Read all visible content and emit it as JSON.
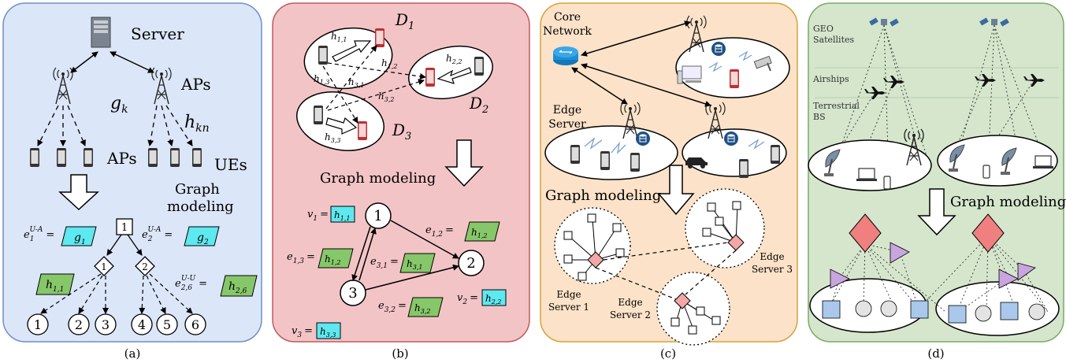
{
  "panel_a": {
    "caption": "(a)",
    "server": "Server",
    "aps": "APs",
    "aps2": "APs",
    "ues": "UEs",
    "g_k": "g",
    "g_k_sub": "k",
    "h_kn": "h",
    "h_kn_sub": "kn",
    "graph_modeling_1": "Graph",
    "graph_modeling_2": "modeling",
    "e1_label": "e",
    "e1_sub": "1",
    "e1_sup": "U-A",
    "e2_label": "e",
    "e2_sub": "2",
    "e2_sup": "U-A",
    "eq": "=",
    "e26_label": "e",
    "e26_sub": "2,6",
    "e26_sup": "U-U",
    "g1": "g",
    "g1_sub": "1",
    "g2": "g",
    "g2_sub": "2",
    "h11": "h",
    "h11_sub": "1,1",
    "h26": "h",
    "h26_sub": "2,6",
    "square_node": "1",
    "diamond_nodes": [
      "1",
      "2"
    ],
    "ue_nodes": [
      "1",
      "2",
      "3",
      "4",
      "5",
      "6"
    ]
  },
  "panel_b": {
    "caption": "(b)",
    "D1": "D",
    "D1_sub": "1",
    "D2": "D",
    "D2_sub": "2",
    "D3": "D",
    "D3_sub": "3",
    "channel_labels": [
      "h1,1",
      "h1,2",
      "h2,2",
      "h1,3",
      "h3,1",
      "h3,2",
      "h3,3"
    ],
    "graph_modeling": "Graph modeling",
    "nodes": [
      "1",
      "2",
      "3"
    ],
    "v1": "v",
    "v1_sub": "1",
    "v1_val": "h",
    "v1_val_sub": "1,1",
    "v2": "v",
    "v2_sub": "2",
    "v2_val": "h",
    "v2_val_sub": "2,2",
    "v3": "v",
    "v3_sub": "3",
    "v3_val": "h",
    "v3_val_sub": "3,3",
    "e12": "e",
    "e12_sub": "1,2",
    "e12_val": "h",
    "e12_val_sub": "1,2",
    "e13": "e",
    "e13_sub": "1,3",
    "e13_val": "h",
    "e13_val_sub": "1,2",
    "e31": "e",
    "e31_sub": "3,1",
    "e31_val": "h",
    "e31_val_sub": "3,1",
    "e32": "e",
    "e32_sub": "3,2",
    "e32_val": "h",
    "e32_val_sub": "3,2",
    "eq": "="
  },
  "panel_c": {
    "caption": "(c)",
    "core_1": "Core",
    "core_2": "Network",
    "edge_server_1": "Edge",
    "edge_server_2": "Server",
    "graph_modeling": "Graph modeling",
    "es1_a": "Edge",
    "es1_b": "Server 1",
    "es2_a": "Edge",
    "es2_b": "Server 2",
    "es3_a": "Edge",
    "es3_b": "Server 3"
  },
  "panel_d": {
    "caption": "(d)",
    "geo_1": "GEO",
    "geo_2": "Satellites",
    "airships": "Airships",
    "terr_1": "Terrestrial",
    "terr_2": "BS",
    "graph_modeling": "Graph modeling"
  },
  "colors": {
    "panel_a_bg": "#dbe6f8",
    "panel_a_border": "#6f8fc8",
    "panel_b_bg": "#f3c4c6",
    "panel_b_border": "#c05a5e",
    "panel_c_bg": "#fbe2c8",
    "panel_c_border": "#d7a23a",
    "panel_d_bg": "#d5e6cc",
    "panel_d_border": "#7aab66",
    "cyan": "#5ee8f0",
    "green": "#86c76a",
    "red_diamond": "#f08080",
    "purple": "#c9a5e0",
    "blue_square": "#a9c8ec"
  }
}
